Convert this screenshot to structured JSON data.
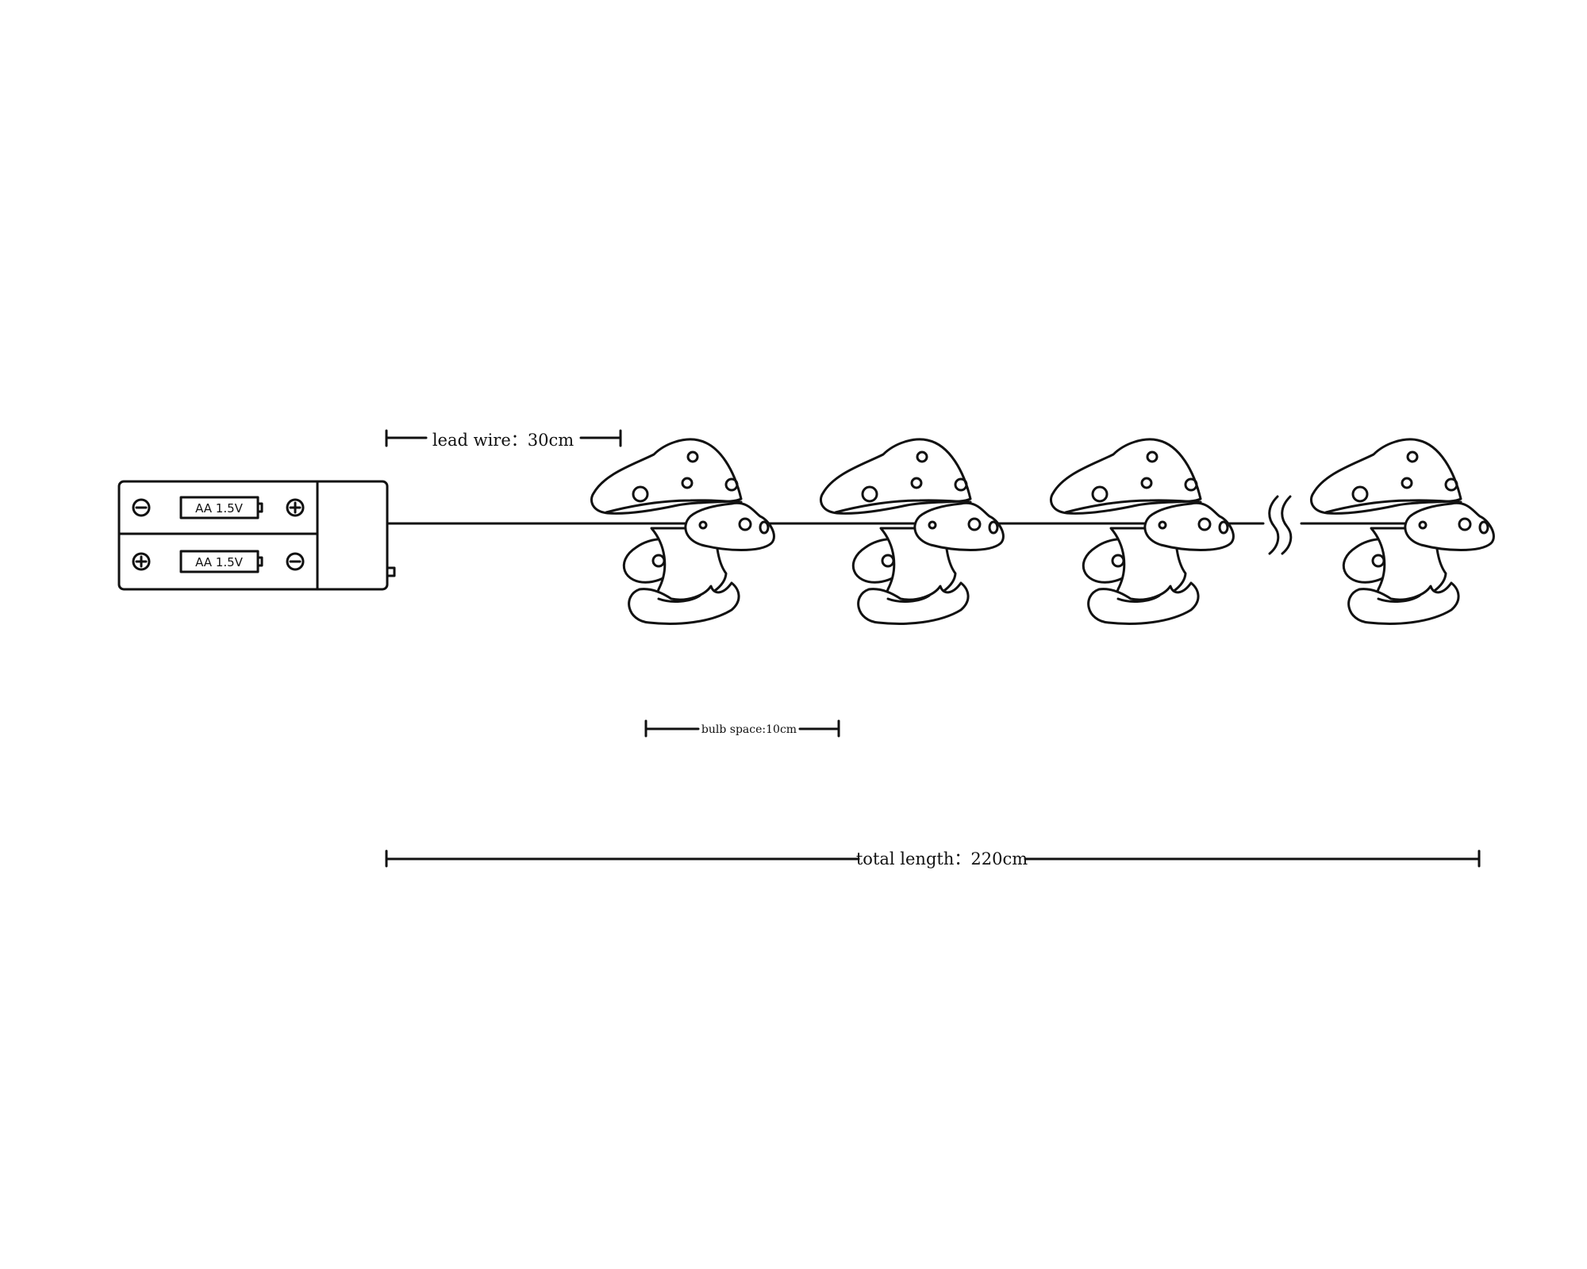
{
  "battery_pack": {
    "cells": [
      {
        "label": "AA 1.5V",
        "left_symbol": "minus-icon",
        "right_symbol": "plus-icon"
      },
      {
        "label": "AA 1.5V",
        "left_symbol": "plus-icon",
        "right_symbol": "minus-icon"
      }
    ]
  },
  "dimensions": {
    "lead_wire": "lead wire：30cm",
    "bulb_space": "bulb space:10cm",
    "total_length": "total length：220cm"
  },
  "bulbs": {
    "shape": "mushroom-icon",
    "count_shown": 4,
    "break_symbol": "wavy-break-icon"
  },
  "colors": {
    "ink": "#111111",
    "background": "#ffffff"
  }
}
